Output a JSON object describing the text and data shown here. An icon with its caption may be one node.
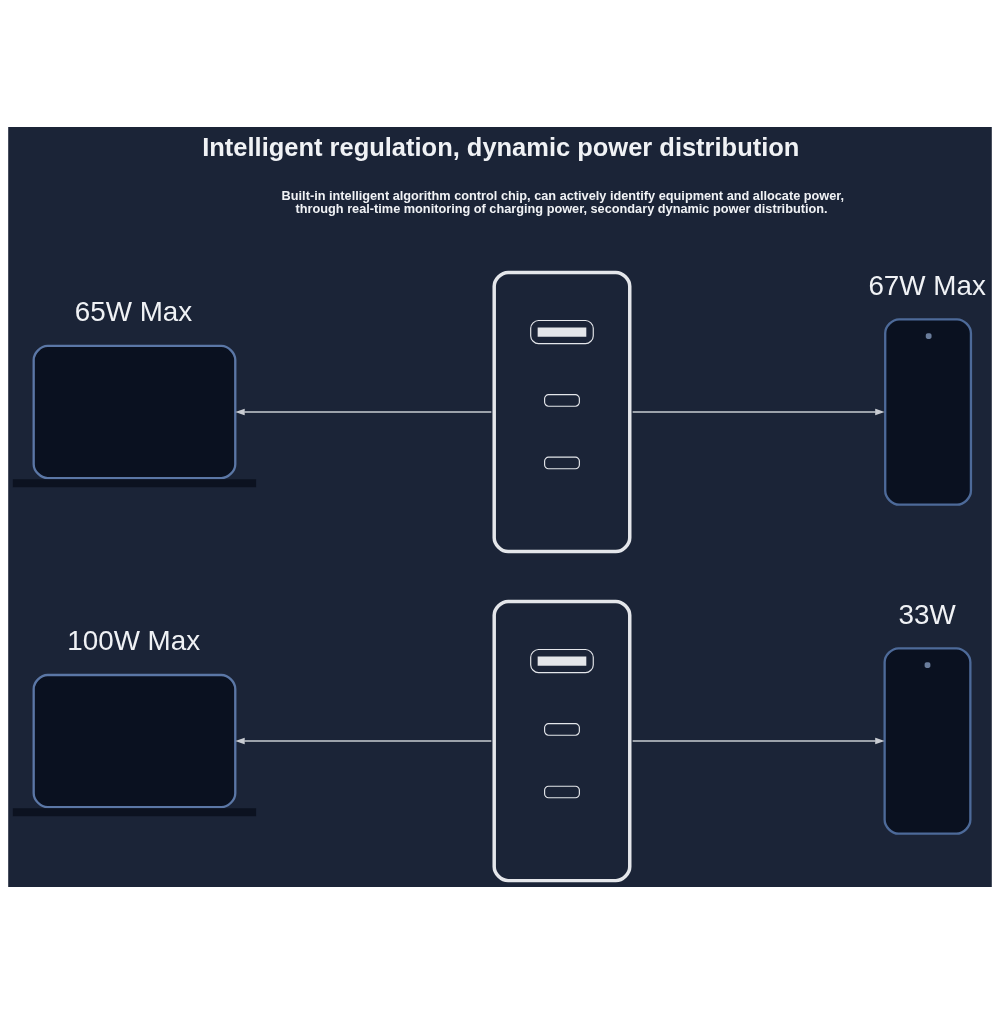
{
  "diagram": {
    "title": "Intelligent regulation, dynamic power distribution",
    "nodes": [
      {
        "text": [
          "65W Max"
        ]
      },
      {
        "text": [],
        "shape": "picture"
      },
      {
        "text": [
          "67W Max"
        ]
      },
      {
        "text": [
          "100W Max"
        ]
      },
      {
        "text": [],
        "shape": "picture"
      },
      {
        "text": [
          "33W"
        ]
      }
    ],
    "edges": [
      {
        "from": 1,
        "to": 0,
        "arrow": "to"
      },
      {
        "from": 1,
        "to": 2,
        "arrow": "to"
      },
      {
        "from": 4,
        "to": 3,
        "arrow": "to"
      },
      {
        "from": 4,
        "to": 5,
        "arrow": "to"
      }
    ],
    "labels": [
      "Built-in intelligent algorithm control chip, can actively identify equipment and allocate power, through real-time monitoring of charging power, secondary dynamic power distribution."
    ]
  }
}
